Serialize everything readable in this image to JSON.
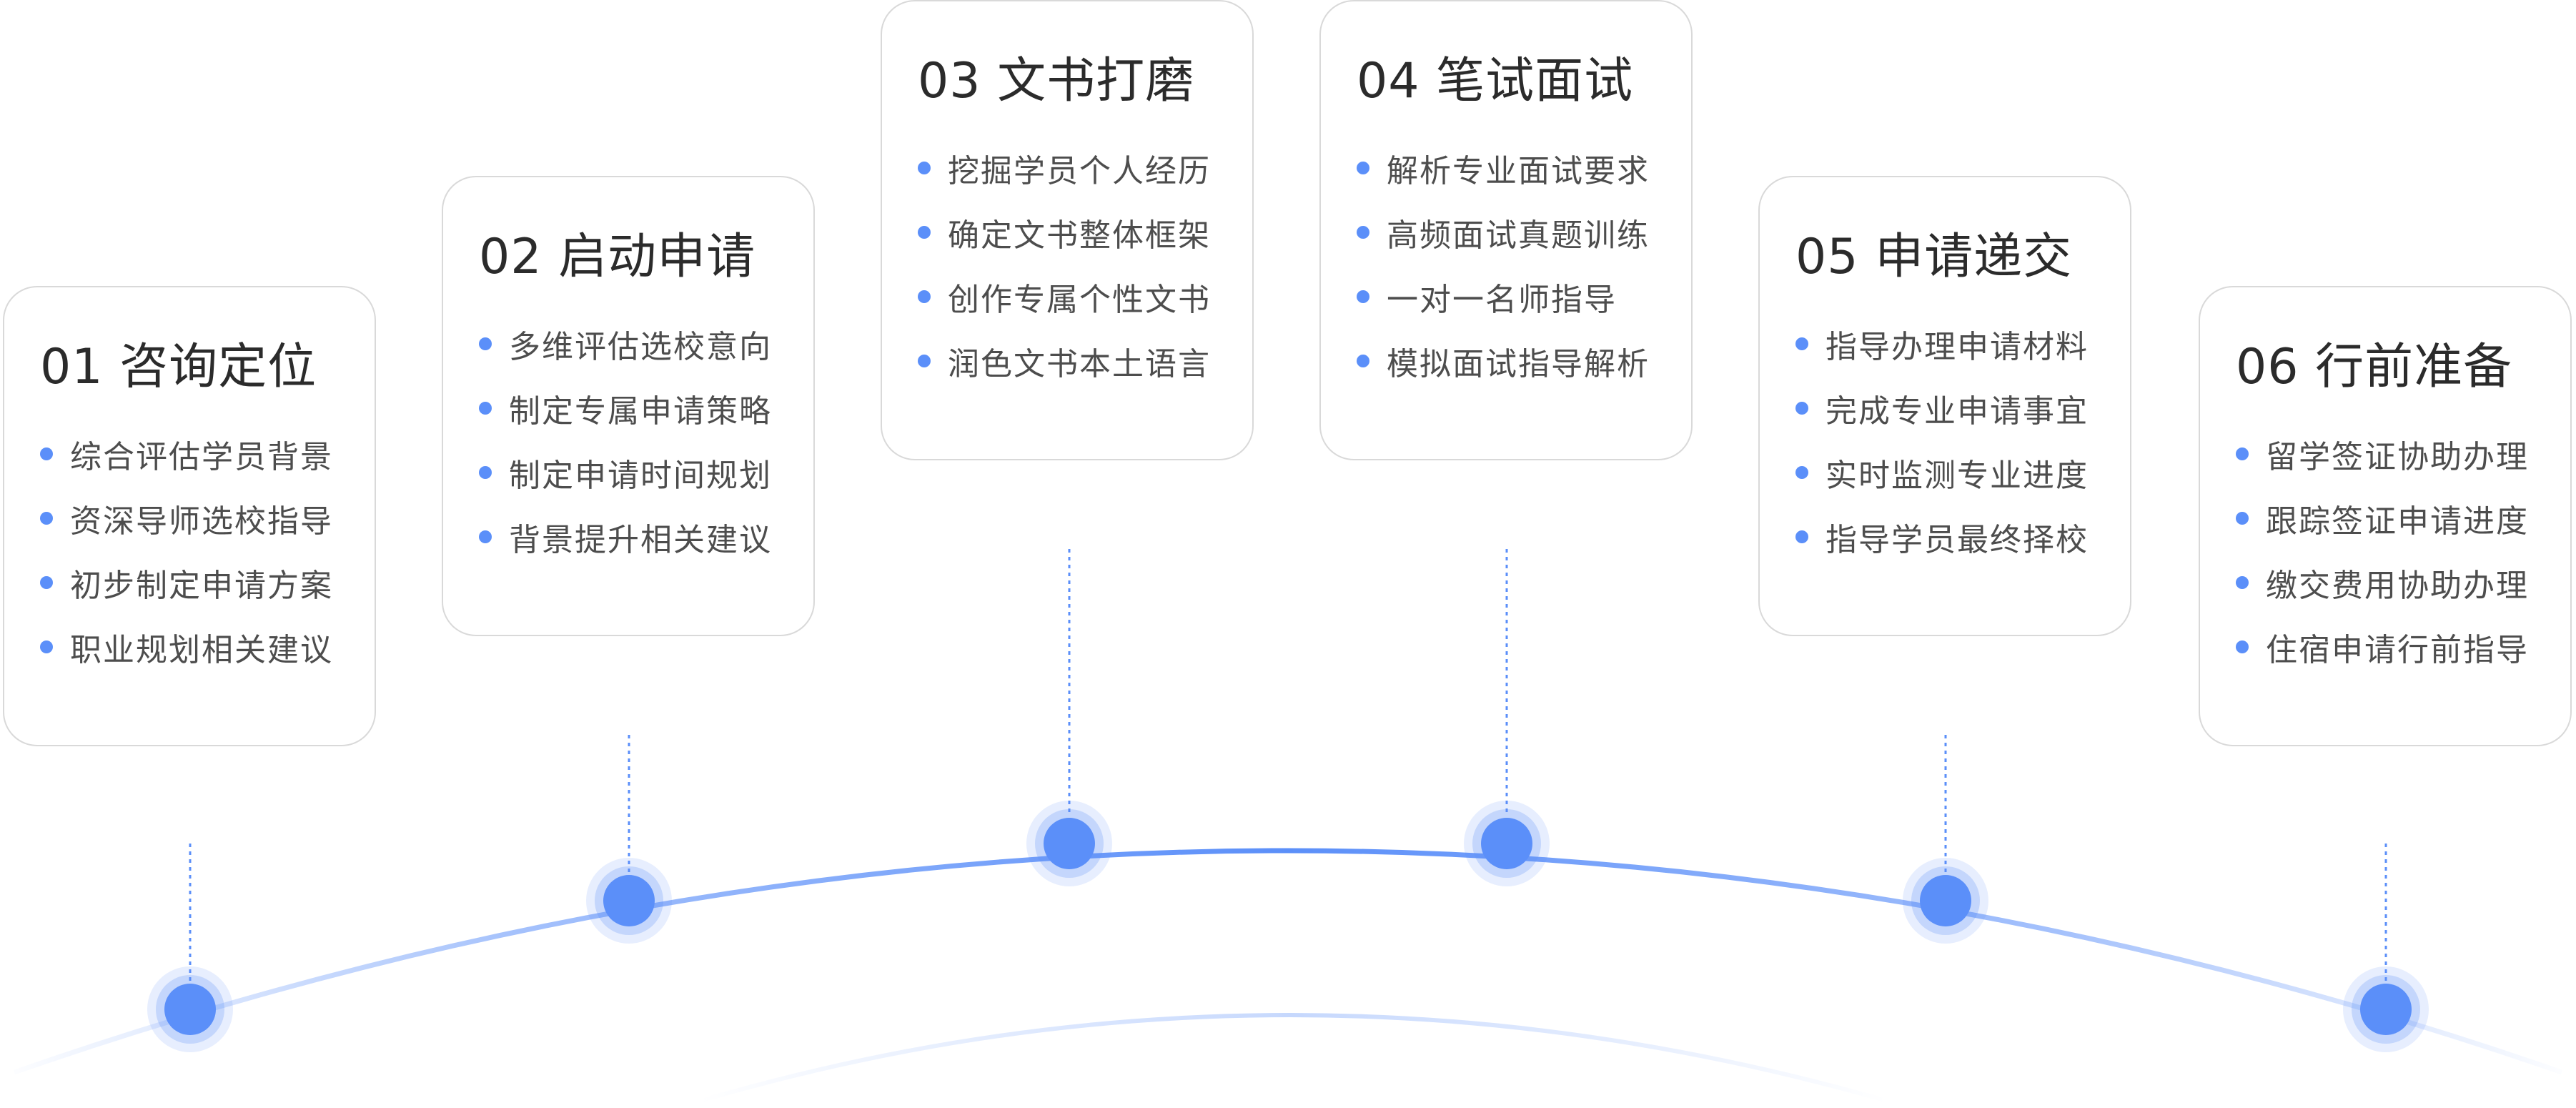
{
  "colors": {
    "accent": "#5b8ff9",
    "card_border": "#d9d9d9",
    "title_text": "#2b2b2b",
    "item_text": "#4d4d4d"
  },
  "steps": [
    {
      "title": "01 咨询定位",
      "items": [
        "综合评估学员背景",
        "资深导师选校指导",
        "初步制定申请方案",
        "职业规划相关建议"
      ]
    },
    {
      "title": "02 启动申请",
      "items": [
        "多维评估选校意向",
        "制定专属申请策略",
        "制定申请时间规划",
        "背景提升相关建议"
      ]
    },
    {
      "title": "03 文书打磨",
      "items": [
        "挖掘学员个人经历",
        "确定文书整体框架",
        "创作专属个性文书",
        "润色文书本土语言"
      ]
    },
    {
      "title": "04 笔试面试",
      "items": [
        "解析专业面试要求",
        "高频面试真题训练",
        "一对一名师指导",
        "模拟面试指导解析"
      ]
    },
    {
      "title": "05 申请递交",
      "items": [
        "指导办理申请材料",
        "完成专业申请事宜",
        "实时监测专业进度",
        "指导学员最终择校"
      ]
    },
    {
      "title": "06 行前准备",
      "items": [
        "留学签证协助办理",
        "跟踪签证申请进度",
        "缴交费用协助办理",
        "住宿申请行前指导"
      ]
    }
  ]
}
